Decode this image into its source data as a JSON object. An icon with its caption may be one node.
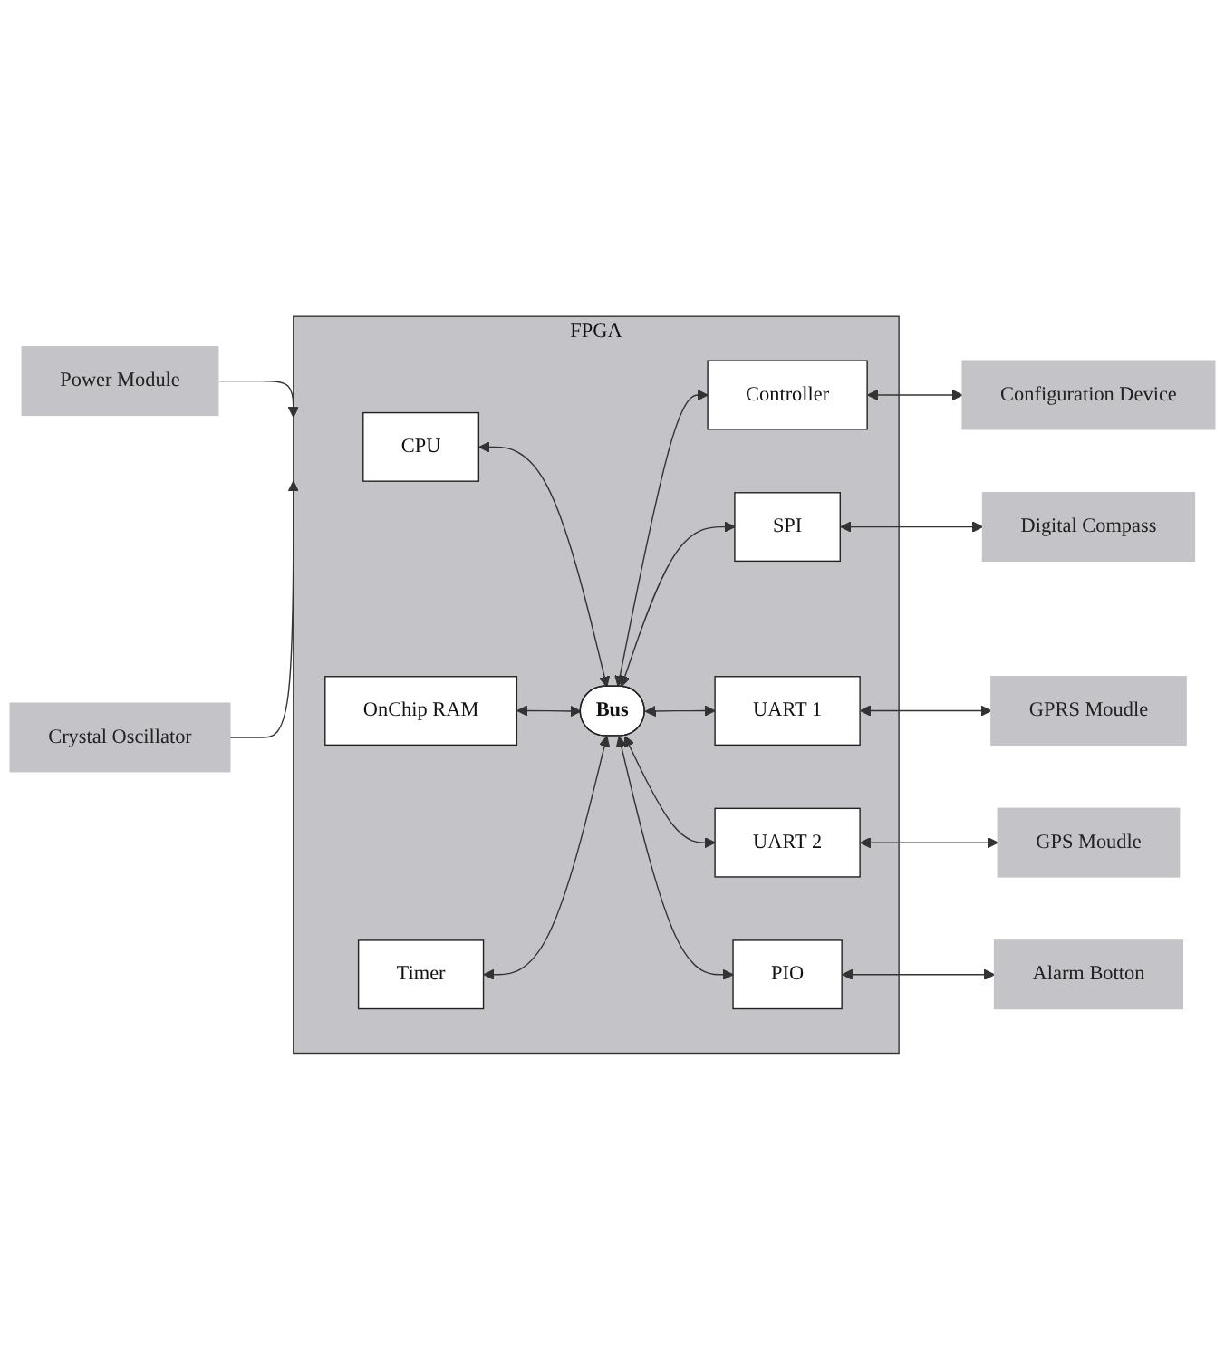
{
  "diagram": {
    "nodes": [
      {
        "text": [
          "FPGA"
        ]
      },
      {
        "text": [
          "CPU"
        ],
        "in": 0
      },
      {
        "text": [
          "OnChip RAM"
        ],
        "in": 0
      },
      {
        "text": [
          "Timer"
        ],
        "in": 0
      },
      {
        "text": [
          "Bus"
        ],
        "in": 0
      },
      {
        "text": [
          "Controller"
        ],
        "in": 0
      },
      {
        "text": [
          "SPI"
        ],
        "in": 0
      },
      {
        "text": [
          "UART 1"
        ],
        "in": 0
      },
      {
        "text": [
          "UART 2"
        ],
        "in": 0
      },
      {
        "text": [
          "PIO"
        ],
        "in": 0
      },
      {
        "text": [
          "Power Module"
        ]
      },
      {
        "text": [
          "Configuration Device"
        ]
      },
      {
        "text": [
          "Digital Compass"
        ]
      },
      {
        "text": [
          "GPRS Moudle"
        ]
      },
      {
        "text": [
          "GPS Moudle"
        ]
      },
      {
        "text": [
          "Alarm Botton"
        ]
      },
      {
        "text": [
          "Crystal Oscillator"
        ]
      }
    ],
    "edges": [
      {
        "from": 1,
        "to": 4,
        "arrow": "both"
      },
      {
        "from": 2,
        "to": 4,
        "arrow": "both"
      },
      {
        "from": 3,
        "to": 4,
        "arrow": "both"
      },
      {
        "from": 4,
        "to": 5,
        "arrow": "both"
      },
      {
        "from": 4,
        "to": 6,
        "arrow": "both"
      },
      {
        "from": 4,
        "to": 7,
        "arrow": "both"
      },
      {
        "from": 4,
        "to": 8,
        "arrow": "both"
      },
      {
        "from": 4,
        "to": 9,
        "arrow": "both"
      },
      {
        "from": 5,
        "to": 11,
        "arrow": "both"
      },
      {
        "from": 6,
        "to": 12,
        "arrow": "both"
      },
      {
        "from": 7,
        "to": 13,
        "arrow": "both"
      },
      {
        "from": 8,
        "to": 14,
        "arrow": "both"
      },
      {
        "from": 9,
        "to": 15,
        "arrow": "both"
      },
      {
        "from": 10,
        "to": 0,
        "arrow": "to"
      },
      {
        "from": 16,
        "to": 0,
        "arrow": "to"
      }
    ]
  }
}
